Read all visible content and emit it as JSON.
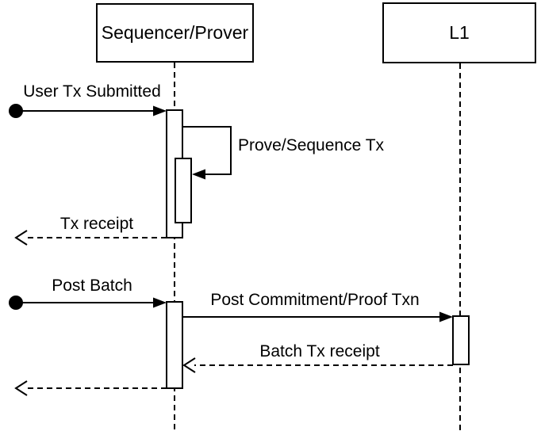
{
  "diagram": {
    "type": "sequence-diagram",
    "background_color": "#ffffff",
    "line_color": "#000000",
    "activation_fill": "#ffffff",
    "participants": [
      {
        "label": "Sequencer/Prover"
      },
      {
        "label": "L1"
      }
    ],
    "messages": [
      {
        "label": "User Tx Submitted",
        "from": "external-actor",
        "to": "Sequencer/Prover",
        "line": "solid",
        "arrowhead": "filled",
        "source_marker": "filled-circle"
      },
      {
        "label": "Prove/Sequence Tx",
        "from": "Sequencer/Prover",
        "to": "Sequencer/Prover",
        "line": "solid",
        "arrowhead": "filled",
        "self_message": true
      },
      {
        "label": "Tx receipt",
        "from": "Sequencer/Prover",
        "to": "external-actor",
        "line": "dashed",
        "arrowhead": "open"
      },
      {
        "label": "Post Batch",
        "from": "external-actor",
        "to": "Sequencer/Prover",
        "line": "solid",
        "arrowhead": "filled",
        "source_marker": "filled-circle"
      },
      {
        "label": "Post Commitment/Proof Txn",
        "from": "Sequencer/Prover",
        "to": "L1",
        "line": "solid",
        "arrowhead": "filled"
      },
      {
        "label": "Batch Tx receipt",
        "from": "L1",
        "to": "Sequencer/Prover",
        "line": "dashed",
        "arrowhead": "open"
      },
      {
        "label": "",
        "from": "Sequencer/Prover",
        "to": "external-actor",
        "line": "dashed",
        "arrowhead": "open"
      }
    ]
  }
}
